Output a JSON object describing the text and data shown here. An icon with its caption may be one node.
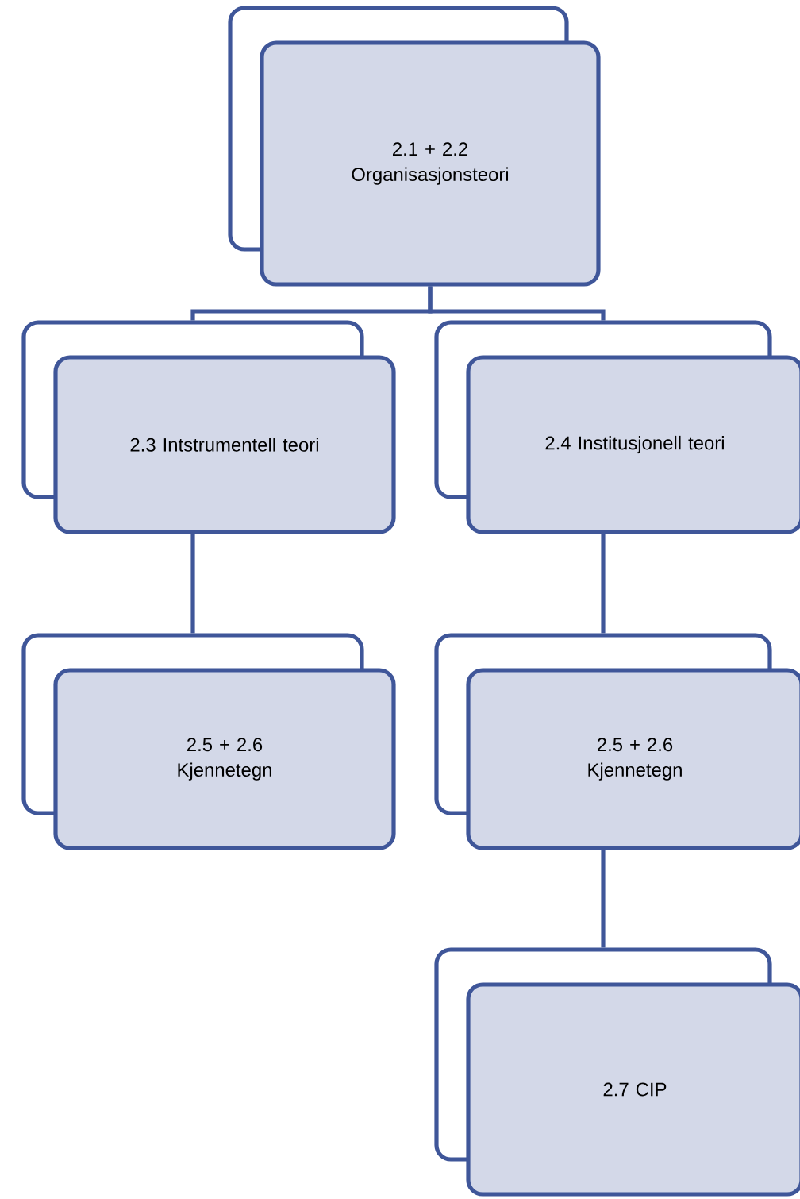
{
  "diagram": {
    "nodes": [
      {
        "text": [
          "2.1 + 2.2 Organisasjonsteori"
        ]
      },
      {
        "text": [
          "2.3 Intstrumentell teori"
        ]
      },
      {
        "text": [
          "2.4 Institusjonell teori"
        ]
      },
      {
        "text": [
          "2.5 + 2.6 Kjennetegn"
        ]
      },
      {
        "text": [
          "2.5 + 2.6 Kjennetegn"
        ]
      },
      {
        "text": [
          "2.7 CIP"
        ]
      }
    ],
    "edges": [
      {
        "from": 0,
        "to": 1,
        "arrow": "none"
      },
      {
        "from": 0,
        "to": 2,
        "arrow": "none"
      },
      {
        "from": 1,
        "to": 3,
        "arrow": "none"
      },
      {
        "from": 2,
        "to": 4,
        "arrow": "none"
      },
      {
        "from": 4,
        "to": 5,
        "arrow": "none"
      }
    ]
  }
}
